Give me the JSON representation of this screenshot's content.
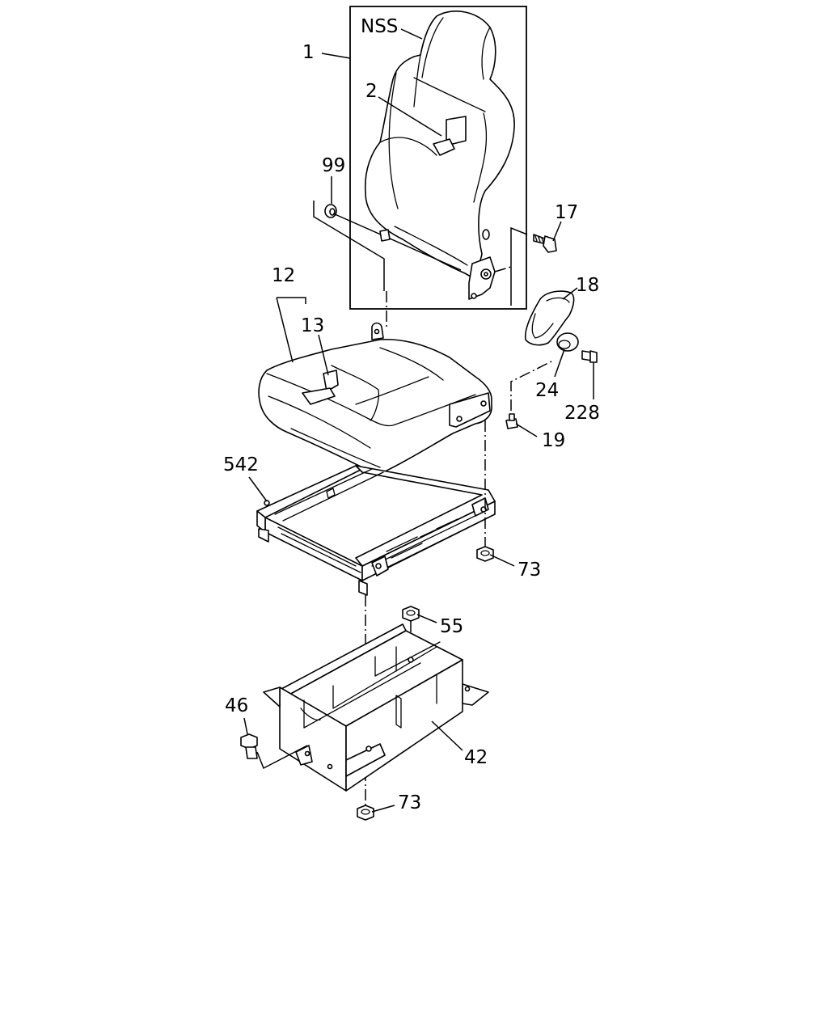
{
  "labels": {
    "nss": "NSS",
    "part_1": "1",
    "part_2": "2",
    "part_99": "99",
    "part_17": "17",
    "part_12": "12",
    "part_13": "13",
    "part_18": "18",
    "part_24": "24",
    "part_228": "228",
    "part_19": "19",
    "part_542": "542",
    "part_73_upper": "73",
    "part_55": "55",
    "part_46": "46",
    "part_42": "42",
    "part_73_lower": "73"
  },
  "colors": {
    "line": "#000000",
    "background": "#ffffff"
  }
}
